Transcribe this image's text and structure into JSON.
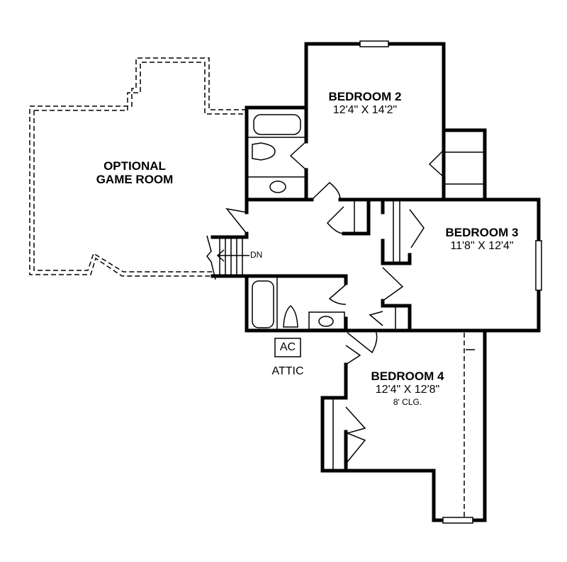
{
  "rooms": {
    "game_room": {
      "name_line1": "OPTIONAL",
      "name_line2": "GAME ROOM"
    },
    "bedroom2": {
      "name": "BEDROOM 2",
      "size": "12'4\" X 14'2\""
    },
    "bedroom3": {
      "name": "BEDROOM 3",
      "size": "11'8\" X 12'4\""
    },
    "bedroom4": {
      "name": "BEDROOM 4",
      "size": "12'4\" X 12'8\"",
      "ceiling": "8' CLG."
    }
  },
  "labels": {
    "stairs": "DN",
    "ac": "AC",
    "attic": "ATTIC"
  }
}
